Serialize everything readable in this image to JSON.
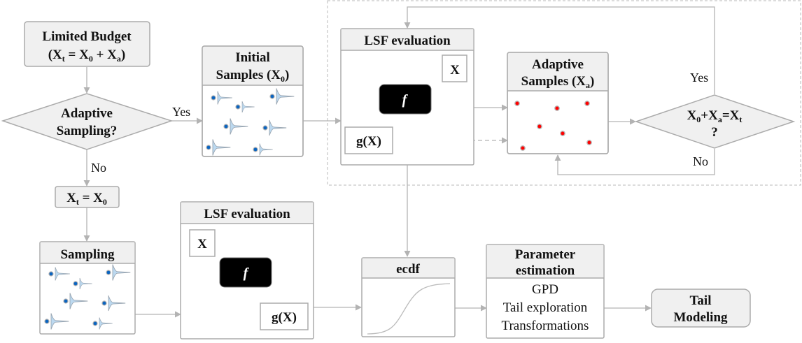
{
  "colors": {
    "line": "#b3b3b3",
    "box_border": "#ababab",
    "header_fill": "#f0f0f0",
    "function_fill": "#000000",
    "gaussian_fill": "#bcd9f0",
    "blue_dot": "#0a64c0",
    "red_dot": "#ff0000",
    "dashed_region": "#b8b8b8"
  },
  "nodes": {
    "budget": {
      "line1": "Limited Budget",
      "line2_prefix": "(X",
      "line2_sub1": "t",
      "line2_mid": " = X",
      "line2_sub2": "0",
      "line2_mid2": " + X",
      "line2_sub3": "a",
      "line2_suffix": ")"
    },
    "adaptive_decision": {
      "line1": "Adaptive",
      "line2": "Sampling?"
    },
    "yes_label_1": "Yes",
    "no_label_1": "No",
    "xt_equals_x0": {
      "prefix": "X",
      "sub1": "t",
      "mid": " = X",
      "sub2": "0"
    },
    "initial_samples": {
      "line1": "Initial",
      "line2_prefix": "Samples (X",
      "line2_sub": "0",
      "line2_suffix": ")"
    },
    "lsf_top": {
      "title": "LSF evaluation",
      "x_label": "X",
      "f_label": "f",
      "g_label": "g(X)"
    },
    "adaptive_samples": {
      "line1": "Adaptive",
      "line2_prefix": "Samples (X",
      "line2_sub": "a",
      "line2_suffix": ")"
    },
    "check_decision": {
      "p1": "X",
      "s1": "0",
      "p2": "+X",
      "s2": "a",
      "p3": "=X",
      "s3": "t",
      "line2": "?"
    },
    "yes_label_2": "Yes",
    "no_label_2": "No",
    "sampling": {
      "title": "Sampling"
    },
    "lsf_bottom": {
      "title": "LSF evaluation",
      "x_label": "X",
      "f_label": "f",
      "g_label": "g(X)"
    },
    "ecdf": {
      "title": "ecdf"
    },
    "parameter_estimation": {
      "line1": "Parameter",
      "line2": "estimation",
      "items": [
        "GPD",
        "Tail exploration",
        "Transformations"
      ]
    },
    "tail_modeling": {
      "line1": "Tail",
      "line2": "Modeling"
    }
  }
}
